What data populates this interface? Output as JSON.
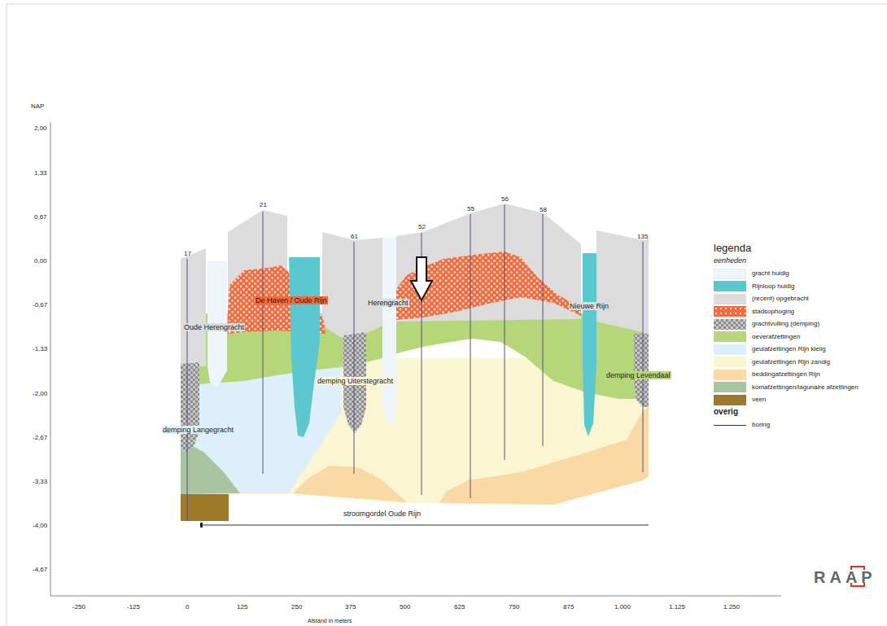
{
  "diagram": {
    "labels": [
      "NAP",
      "2,00",
      "1,33",
      "0,67",
      "0,00",
      "-0,67",
      "-1,33",
      "-2,00",
      "-2,67",
      "-3,33",
      "-4,00",
      "-4,67",
      "-250",
      "-125",
      "0",
      "125",
      "250",
      "375",
      "500",
      "625",
      "750",
      "875",
      "1.000",
      "1.125",
      "1.250",
      "Afstand in meters",
      "17",
      "21",
      "61",
      "52",
      "55",
      "56",
      "58",
      "135",
      "Oude Herengracht",
      "De Haven / Oude Rijn",
      "Herengracht",
      "Nieuwe Rijn",
      "demping Uiterstegracht",
      "demping Levendaal",
      "demping Langegracht",
      "stroomgordel Oude Rijn",
      "legenda",
      "eenheden",
      "overig",
      "RAAP"
    ],
    "legend": [
      {
        "text": "gracht huidig",
        "color": "#eef5fb"
      },
      {
        "text": "Rijnloop huidig",
        "color": "#5bc8cf"
      },
      {
        "text": "(recent) opgebracht",
        "color": "#dcdcdc"
      },
      {
        "text": "stadsophoging",
        "color": "#f26a3d"
      },
      {
        "text": "grachtvulling (demping)",
        "color": "#a4a4a4"
      },
      {
        "text": "oeverafzettingen",
        "color": "#b5d77a"
      },
      {
        "text": "geulafzettingen Rijn kleiig",
        "color": "#dceffa"
      },
      {
        "text": "geulafzettingen Rijn zandig",
        "color": "#fbf6d2"
      },
      {
        "text": "beddingafzettingen Rijn",
        "color": "#fbd9a4"
      },
      {
        "text": "komafzettingen/lagunaire afzettingen",
        "color": "#a9c4a1"
      },
      {
        "text": "veen",
        "color": "#9c7a2a"
      },
      {
        "text": "boring"
      }
    ]
  }
}
